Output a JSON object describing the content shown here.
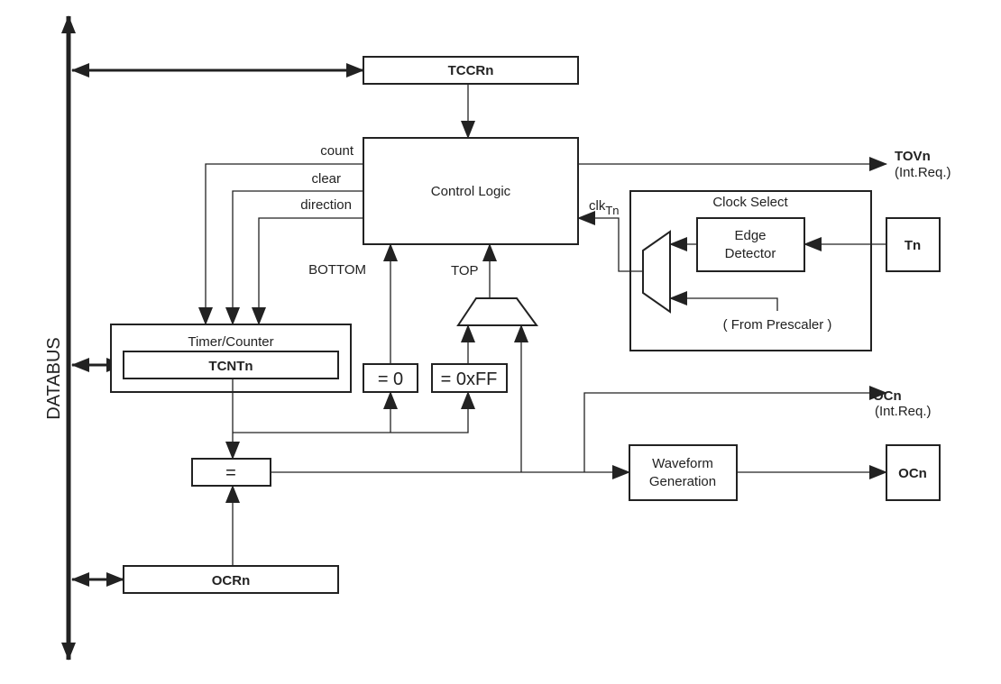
{
  "diagram": {
    "databus": "DATABUS",
    "tccr": "TCCRn",
    "control_logic": "Control Logic",
    "signals": {
      "count": "count",
      "clear": "clear",
      "direction": "direction"
    },
    "bottom": "BOTTOM",
    "top": "TOP",
    "timer_counter": "Timer/Counter",
    "tcnt": "TCNTn",
    "eq_zero": "= 0",
    "eq_ff": "= 0xFF",
    "compare": "=",
    "ocr": "OCRn",
    "tov": "TOVn",
    "tov_req": "(Int.Req.)",
    "clk": "clk",
    "clk_sub": "Tn",
    "clock_select": "Clock Select",
    "edge_detector_1": "Edge",
    "edge_detector_2": "Detector",
    "tn": "Tn",
    "prescaler": "( From Prescaler )",
    "oc_flag": "OCn",
    "oc_req": "(Int.Req.)",
    "waveform_1": "Waveform",
    "waveform_2": "Generation",
    "oc_pin": "OCn"
  }
}
